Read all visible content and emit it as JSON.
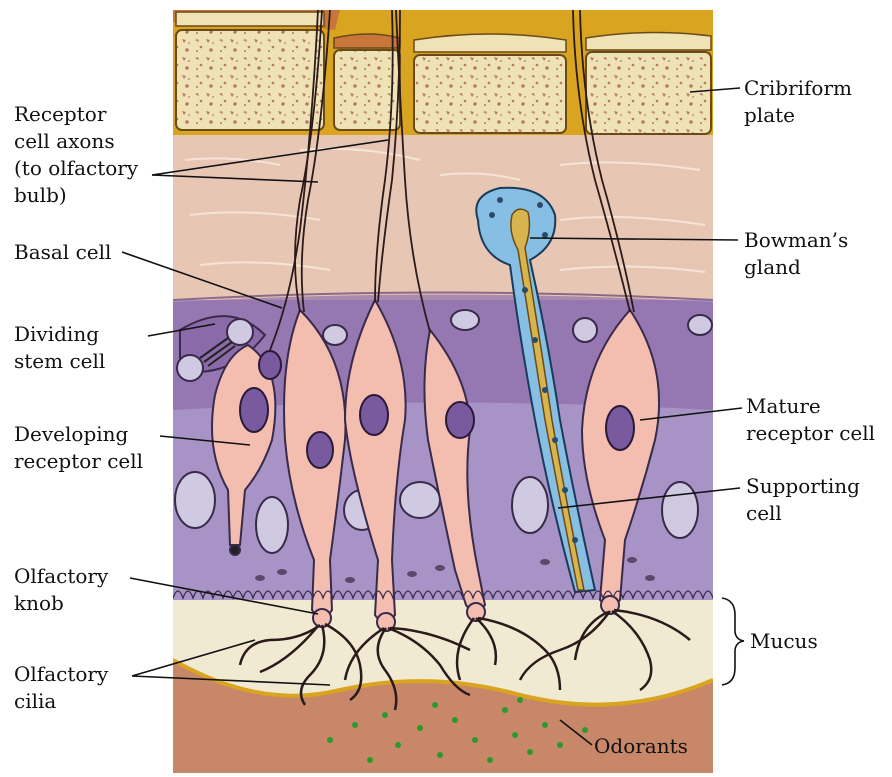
{
  "diagram": {
    "labels": {
      "receptor_axons_1": "Receptor",
      "receptor_axons_2": "cell axons",
      "receptor_axons_3": "(to olfactory",
      "receptor_axons_4": "bulb)",
      "basal_cell": "Basal cell",
      "dividing_stem_1": "Dividing",
      "dividing_stem_2": "stem cell",
      "developing_1": "Developing",
      "developing_2": "receptor cell",
      "olf_knob_1": "Olfactory",
      "olf_knob_2": "knob",
      "olf_cilia_1": "Olfactory",
      "olf_cilia_2": "cilia",
      "cribriform_1": "Cribriform",
      "cribriform_2": "plate",
      "bowman_1": "Bowman’s",
      "bowman_2": "gland",
      "mature_1": "Mature",
      "mature_2": "receptor cell",
      "supporting_1": "Supporting",
      "supporting_2": "cell",
      "mucus": "Mucus",
      "odorants": "Odorants"
    },
    "colors": {
      "bone": "#efe3b6",
      "bone_spots": "#b4786a",
      "plate_gold": "#d9a41f",
      "connective": "#e7c7b4",
      "epithelium": "#a893c6",
      "epithelium_dark": "#8a6aa8",
      "receptor_cell": "#f3bdb0",
      "nucleus": "#7a5a9e",
      "support_nucleus": "#cfc9e2",
      "gland": "#86bfe3",
      "gland_duct": "#d8b44e",
      "mucus": "#f1ead2",
      "air": "#c9876a",
      "odorant": "#2b9a2b"
    }
  }
}
